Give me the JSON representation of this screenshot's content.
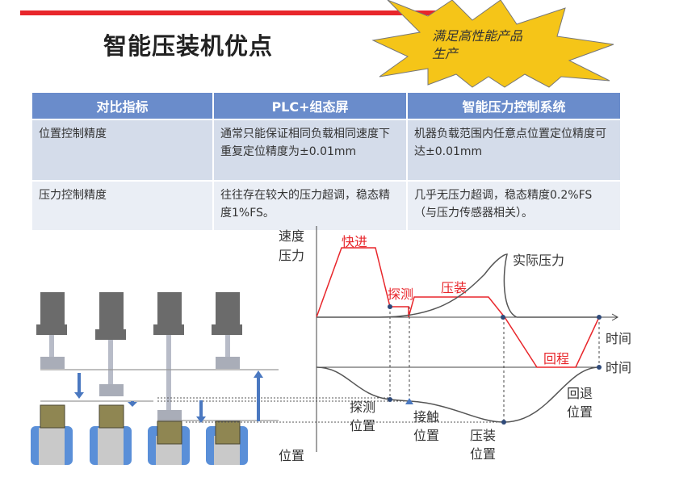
{
  "title": "智能压装机优点",
  "callout": {
    "line1": "满足高性能产品",
    "line2": "生产",
    "color": "#f5c518"
  },
  "table": {
    "headers": [
      "对比指标",
      "PLC+组态屏",
      "智能压力控制系统"
    ],
    "rows": [
      [
        "位置控制精度",
        "通常只能保证相同负载相同速度下重复定位精度为±0.01mm",
        "机器负载范围内任意点位置定位精度可达±0.01mm"
      ],
      [
        "压力控制精度",
        "往往存在较大的压力超调，稳态精度1%FS。",
        "几乎无压力超调，稳态精度0.2%FS（与压力传感器相关）。"
      ]
    ]
  },
  "diagram": {
    "y_axis_top": [
      "速度",
      "压力"
    ],
    "y_axis_bottom": "位置",
    "time_label_1": "时间",
    "time_label_2": "时间",
    "actual_pressure": "实际压力",
    "phases": [
      "快进",
      "探测",
      "压装",
      "回程"
    ],
    "positions": {
      "probe": [
        "探测",
        "位置"
      ],
      "contact": [
        "接触",
        "位置"
      ],
      "press": [
        "压装",
        "位置"
      ],
      "retract": [
        "回退",
        "位置"
      ]
    },
    "colors": {
      "speed": "#e8262b",
      "curve": "#555555",
      "arrow": "#4a78c0"
    }
  }
}
